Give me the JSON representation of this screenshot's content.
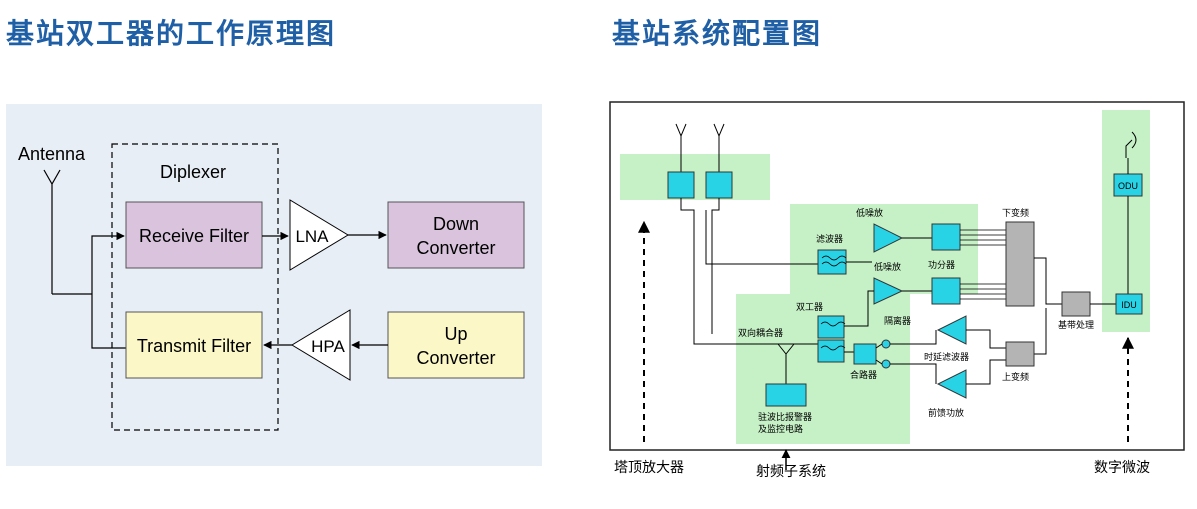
{
  "titles": {
    "left": "基站双工器的工作原理图",
    "right": "基站系统配置图"
  },
  "duplexer_diagram": {
    "antenna": "Antenna",
    "diplexer": "Diplexer",
    "receive_filter": "Receive Filter",
    "transmit_filter": "Transmit Filter",
    "lna": "LNA",
    "hpa": "HPA",
    "down_converter": [
      "Down",
      "Converter"
    ],
    "up_converter": [
      "Up",
      "Converter"
    ]
  },
  "system_diagram": {
    "low_noise_amp_top": "低噪放",
    "filter": "滤波器",
    "low_noise_amp": "低噪放",
    "power_splitter": "功分器",
    "down_converter": "下变频",
    "duplexer": "双工器",
    "directional_coupler": "双向耦合器",
    "isolator": "隔离器",
    "delay_filter": "时延滤波器",
    "combiner": "合路器",
    "up_converter": "上变频",
    "baseband": "基带处理",
    "vswr_alarm": [
      "驻波比报警器",
      "及监控电路"
    ],
    "predistortion_amp": "前馈功放",
    "odu": "ODU",
    "idu": "IDU",
    "bottom_tma": "塔顶放大器",
    "bottom_rf": "射频子系统",
    "bottom_microwave": "数字微波"
  },
  "colors": {
    "title": "#1f5fa6",
    "receive_fill": "#d9c3dd",
    "transmit_fill": "#fbf7c6",
    "panel_bg": "#e8eef6",
    "green_zone": "#c6f0c6",
    "cyan_block": "#29d3e6",
    "gray_block": "#b4b4b4"
  }
}
